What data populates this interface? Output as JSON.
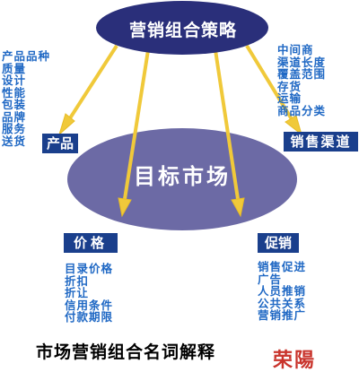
{
  "top_node": {
    "label": "营销组合策略"
  },
  "center_node": {
    "label": "目标市场"
  },
  "product": {
    "tag": "产品",
    "items": [
      "产品品种",
      "质量",
      "设计",
      "性能",
      "包装",
      "品牌",
      "服务",
      "送货"
    ]
  },
  "channel": {
    "tag": "销售渠道",
    "items": [
      "中间商",
      "渠道长度",
      "覆盖范围",
      "存货",
      "运输",
      "商品分类"
    ]
  },
  "price": {
    "tag": "价格",
    "items": [
      "目录价格",
      "折扣",
      "折让",
      "信用条件",
      "付款期限"
    ]
  },
  "promotion": {
    "tag": "促销",
    "items": [
      "销售促进",
      "广告",
      "人员推销",
      "公共关系",
      "营销推广"
    ]
  },
  "caption": "市场营销组合名词解释",
  "seal": {
    "glyphs": [
      "荣",
      "陽"
    ]
  },
  "colors": {
    "top_ellipse": "#2a2f7a",
    "center_ellipse": "#6c6aa5",
    "tag_bg": "#1a3f8c",
    "list_text": "#1f68c4",
    "arrow": "#f0c93a",
    "seal": "#c9342c"
  }
}
